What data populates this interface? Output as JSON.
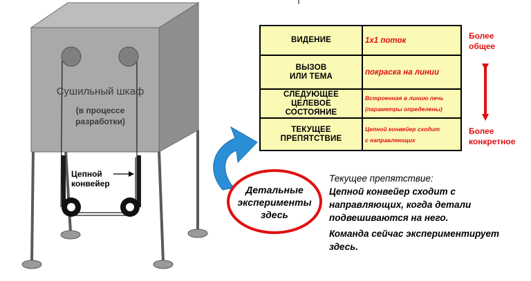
{
  "oven": {
    "title": "Сушильный шкаф",
    "status_line1": "(в процессе",
    "status_line2": "разработки)",
    "conveyor_line1": "Цепной",
    "conveyor_line2": "конвейер"
  },
  "table": [
    {
      "key_lines": [
        "ВИДЕНИЕ"
      ],
      "value": "1x1 поток",
      "small": false
    },
    {
      "key_lines": [
        "ВЫЗОВ",
        "ИЛИ ТЕМА"
      ],
      "value": "покраска на линии",
      "small": false
    },
    {
      "key_lines": [
        "СЛЕДУЮЩЕЕ",
        "ЦЕЛЕВОЕ",
        "СОСТОЯНИЕ"
      ],
      "value_lines": [
        "Встроенная в линию печь",
        "(параметры определены)"
      ],
      "small": true
    },
    {
      "key_lines": [
        "ТЕКУЩЕЕ",
        "ПРЕПЯТСТВИЕ"
      ],
      "value_lines": [
        "Цепной конвейер сходит",
        "с направляющих"
      ],
      "small": true
    }
  ],
  "side_labels": {
    "general_line1": "Более",
    "general_line2": "общее",
    "concrete_line1": "Более",
    "concrete_line2": "конкретное"
  },
  "experiments": {
    "line1": "Детальные",
    "line2": "эксперименты",
    "line3": "здесь"
  },
  "note": {
    "line1": "Текущее препятствие:",
    "body": "Цепной конвейер сходит с направляющих, когда детали подвешиваются на него.",
    "team": "Команда сейчас экспериментирует здесь."
  },
  "colors": {
    "accent_red": "#e01010",
    "table_fill": "#fafab4",
    "arrow_blue": "#2a8fd6",
    "cabinet_front": "#a9a9a9",
    "cabinet_top": "#bdbdbd",
    "cabinet_side": "#8e8e8e"
  }
}
